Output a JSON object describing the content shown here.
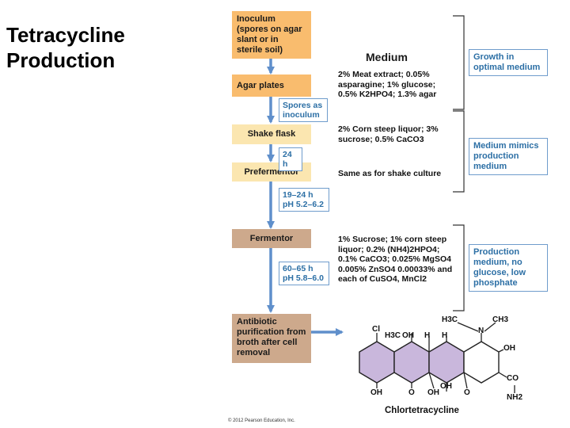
{
  "title": "Tetracycline Production",
  "title_lines": [
    "Tetracycline",
    "Production"
  ],
  "stages": {
    "inoculum": "Inoculum (spores on agar slant or in sterile soil)",
    "agar_plates": "Agar plates",
    "shake_flask": "Shake flask",
    "prefermentor": "Prefermentor",
    "fermentor": "Fermentor",
    "purification": "Antibiotic purification from broth after cell removal"
  },
  "notes": {
    "spores": "Spores as inoculum",
    "time_24": "24 h",
    "prefermentor_conditions": "19–24 h pH 5.2–6.2",
    "fermentor_conditions": "60–65 h pH 5.8–6.0"
  },
  "medium": {
    "heading": "Medium",
    "agar": "2% Meat extract; 0.05% asparagine; 1% glucose; 0.5% K2HPO4; 1.3% agar",
    "shake": "2% Corn steep liquor; 3% sucrose; 0.5% CaCO3",
    "prefermentor": "Same as for shake culture",
    "fermentor": "1% Sucrose; 1% corn steep liquor; 0.2% (NH4)2HPO4; 0.1% CaCO3; 0.025% MgSO4 0.005% ZnSO4 0.00033% and each of CuSO4, MnCl2"
  },
  "brackets": {
    "growth": "Growth in optimal medium",
    "mimics": "Medium mimics production medium",
    "production": "Production medium, no glucose, low phosphate"
  },
  "molecule": {
    "name": "Chlortetracycline",
    "labels": [
      "Cl",
      "H3C",
      "OH",
      "H",
      "H",
      "N",
      "H3C",
      "CH3",
      "OH",
      "CO",
      "NH2",
      "OH",
      "O",
      "OH",
      "OH",
      "O"
    ]
  },
  "copyright": "© 2012 Pearson Education, Inc.",
  "colors": {
    "orange": "#f9bc6e",
    "cream": "#fbe6b0",
    "tan": "#cda98c",
    "arrow_blue": "#5f8fcb",
    "note_blue": "#2c6fa5",
    "ring_fill": "#c9b7dc"
  }
}
